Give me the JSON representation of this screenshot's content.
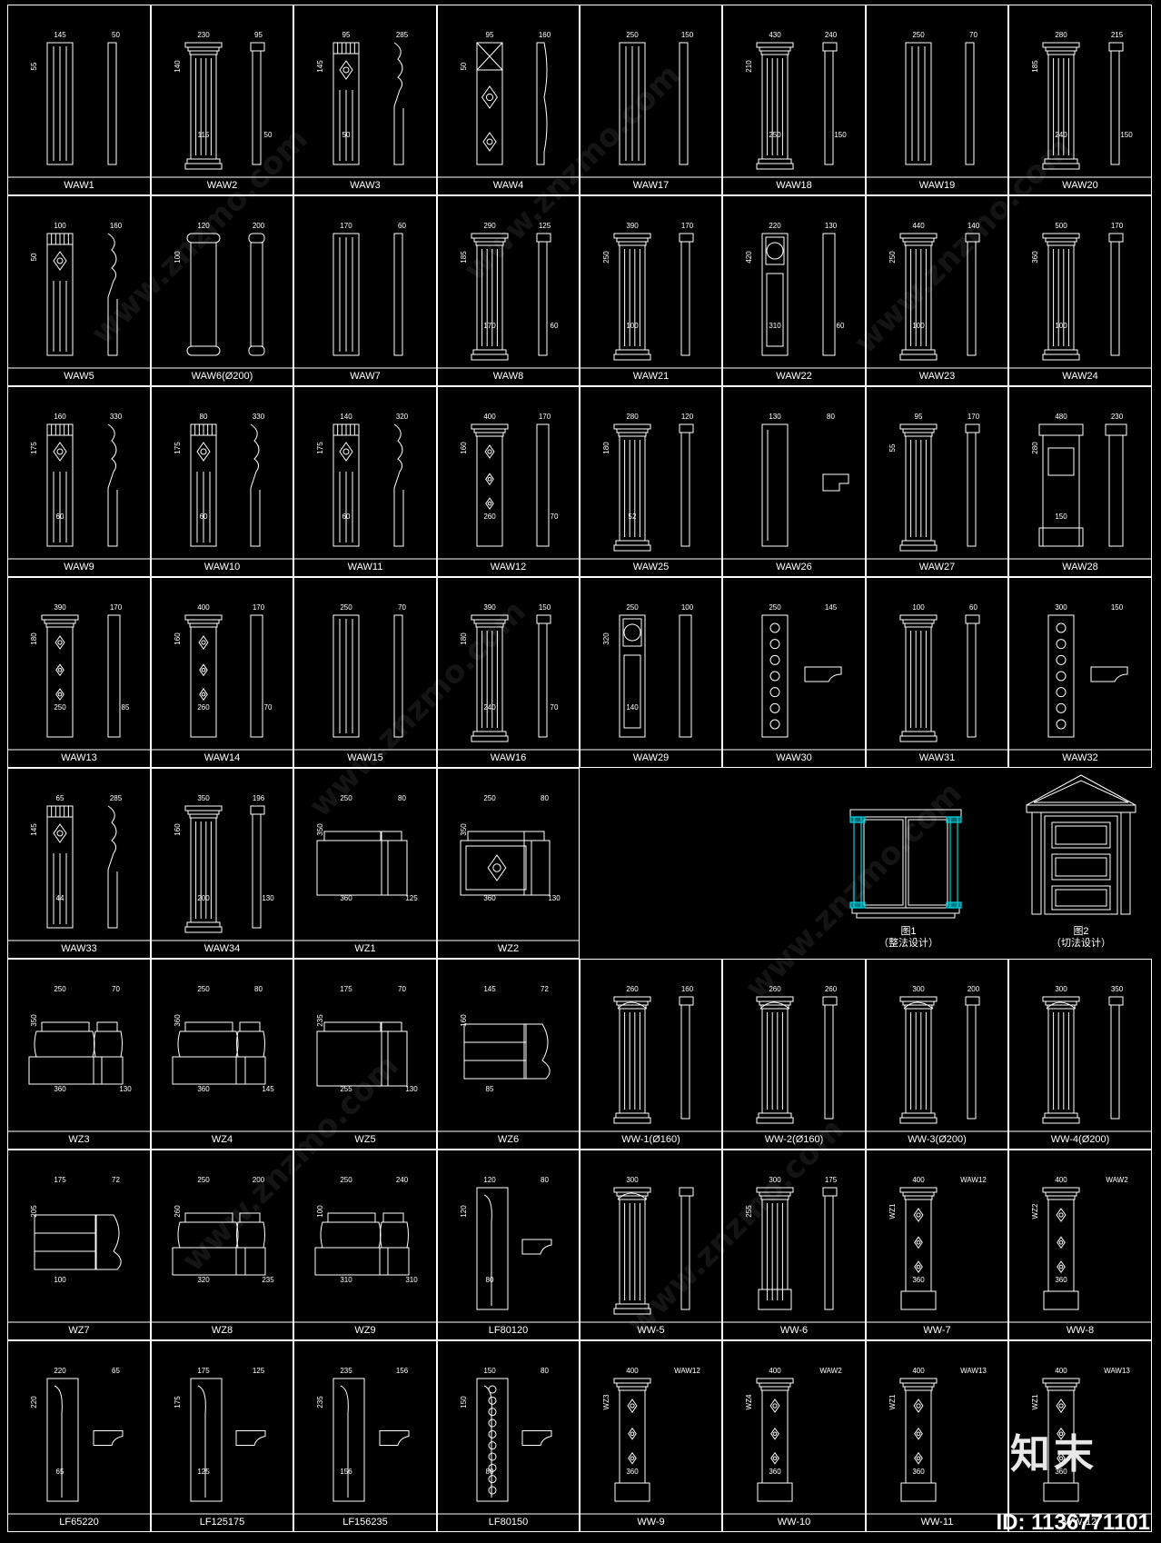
{
  "cells": [
    {
      "label": "WAW1",
      "type": "fluted",
      "dims": [
        "145",
        "50",
        "55"
      ]
    },
    {
      "label": "WAW2",
      "type": "capital",
      "dims": [
        "230",
        "95",
        "140",
        "115",
        "50"
      ]
    },
    {
      "label": "WAW3",
      "type": "carved",
      "dims": [
        "95",
        "285",
        "145",
        "50"
      ]
    },
    {
      "label": "WAW4",
      "type": "lattice",
      "dims": [
        "95",
        "160",
        "50"
      ]
    },
    {
      "label": "WAW17",
      "type": "fluted",
      "dims": [
        "250",
        "150"
      ]
    },
    {
      "label": "WAW18",
      "type": "capital",
      "dims": [
        "430",
        "240",
        "210",
        "250",
        "150"
      ]
    },
    {
      "label": "WAW19",
      "type": "fluted",
      "dims": [
        "250",
        "70"
      ]
    },
    {
      "label": "WAW20",
      "type": "capital",
      "dims": [
        "280",
        "215",
        "185",
        "240",
        "150"
      ]
    },
    {
      "label": "WAW5",
      "type": "carved",
      "dims": [
        "100",
        "160",
        "50"
      ]
    },
    {
      "label": "WAW6(Ø200)",
      "type": "roundcol",
      "dims": [
        "120",
        "200",
        "100"
      ]
    },
    {
      "label": "WAW7",
      "type": "fluted",
      "dims": [
        "170",
        "60"
      ]
    },
    {
      "label": "WAW8",
      "type": "capital",
      "dims": [
        "290",
        "125",
        "185",
        "170",
        "60"
      ]
    },
    {
      "label": "WAW21",
      "type": "capital",
      "dims": [
        "390",
        "170",
        "250",
        "100"
      ]
    },
    {
      "label": "WAW22",
      "type": "panel",
      "dims": [
        "220",
        "130",
        "420",
        "310",
        "60"
      ]
    },
    {
      "label": "WAW23",
      "type": "capital",
      "dims": [
        "440",
        "140",
        "250",
        "100"
      ]
    },
    {
      "label": "WAW24",
      "type": "capital",
      "dims": [
        "500",
        "170",
        "360",
        "100"
      ]
    },
    {
      "label": "WAW9",
      "type": "carved",
      "dims": [
        "160",
        "330",
        "175",
        "60"
      ]
    },
    {
      "label": "WAW10",
      "type": "carved",
      "dims": [
        "80",
        "330",
        "175",
        "60"
      ]
    },
    {
      "label": "WAW11",
      "type": "carved",
      "dims": [
        "140",
        "320",
        "175",
        "60"
      ]
    },
    {
      "label": "WAW12",
      "type": "ornate",
      "dims": [
        "400",
        "170",
        "160",
        "260",
        "70"
      ]
    },
    {
      "label": "WAW25",
      "type": "capital",
      "dims": [
        "280",
        "120",
        "180",
        "52"
      ]
    },
    {
      "label": "WAW26",
      "type": "profile",
      "dims": [
        "130",
        "80"
      ]
    },
    {
      "label": "WAW27",
      "type": "capital",
      "dims": [
        "95",
        "170",
        "55"
      ]
    },
    {
      "label": "WAW28",
      "type": "pedestal",
      "dims": [
        "480",
        "230",
        "280",
        "150"
      ]
    },
    {
      "label": "WAW13",
      "type": "ornate",
      "dims": [
        "390",
        "170",
        "180",
        "250",
        "85"
      ]
    },
    {
      "label": "WAW14",
      "type": "ornate",
      "dims": [
        "400",
        "170",
        "160",
        "260",
        "70"
      ]
    },
    {
      "label": "WAW15",
      "type": "fluted",
      "dims": [
        "250",
        "70"
      ]
    },
    {
      "label": "WAW16",
      "type": "capital",
      "dims": [
        "390",
        "150",
        "180",
        "240",
        "70"
      ]
    },
    {
      "label": "WAW29",
      "type": "panelcol",
      "dims": [
        "250",
        "100",
        "320",
        "140"
      ]
    },
    {
      "label": "WAW30",
      "type": "scroll",
      "dims": [
        "250",
        "145"
      ]
    },
    {
      "label": "WAW31",
      "type": "capital",
      "dims": [
        "100",
        "60"
      ]
    },
    {
      "label": "WAW32",
      "type": "scroll",
      "dims": [
        "300",
        "150"
      ]
    },
    {
      "label": "WAW33",
      "type": "carved",
      "dims": [
        "65",
        "285",
        "145",
        "44"
      ]
    },
    {
      "label": "WAW34",
      "type": "capital",
      "dims": [
        "350",
        "196",
        "160",
        "200",
        "130"
      ]
    },
    {
      "label": "WZ1",
      "type": "base",
      "dims": [
        "250",
        "80",
        "350",
        "360",
        "125"
      ]
    },
    {
      "label": "WZ2",
      "type": "basediamond",
      "dims": [
        "250",
        "80",
        "350",
        "360",
        "130"
      ]
    },
    {
      "label": "WZ3",
      "type": "basestep",
      "dims": [
        "250",
        "70",
        "350",
        "360",
        "130"
      ]
    },
    {
      "label": "WZ4",
      "type": "basestep",
      "dims": [
        "250",
        "80",
        "360",
        "360",
        "145"
      ]
    },
    {
      "label": "WZ5",
      "type": "base",
      "dims": [
        "175",
        "70",
        "235",
        "255",
        "130"
      ]
    },
    {
      "label": "WZ6",
      "type": "basebands",
      "dims": [
        "145",
        "72",
        "160",
        "85"
      ]
    },
    {
      "label": "WW-1(Ø160)",
      "type": "corinth",
      "dims": [
        "260",
        "160"
      ]
    },
    {
      "label": "WW-2(Ø160)",
      "type": "corinth",
      "dims": [
        "260",
        "260"
      ]
    },
    {
      "label": "WW-3(Ø200)",
      "type": "corinth",
      "dims": [
        "300",
        "200"
      ]
    },
    {
      "label": "WW-4(Ø200)",
      "type": "corinth",
      "dims": [
        "300",
        "350"
      ]
    },
    {
      "label": "WZ7",
      "type": "basebands",
      "dims": [
        "175",
        "72",
        "205",
        "100"
      ]
    },
    {
      "label": "WZ8",
      "type": "basestep2",
      "dims": [
        "250",
        "200",
        "260",
        "320",
        "235"
      ]
    },
    {
      "label": "WZ9",
      "type": "basestep2",
      "dims": [
        "250",
        "240",
        "100",
        "310",
        "310"
      ]
    },
    {
      "label": "LF80120",
      "type": "lframe",
      "dims": [
        "120",
        "80",
        "120",
        "80"
      ]
    },
    {
      "label": "WW-5",
      "type": "corinth",
      "dims": [
        "300"
      ]
    },
    {
      "label": "WW-6",
      "type": "corinthbase",
      "dims": [
        "300",
        "175",
        "255"
      ]
    },
    {
      "label": "WW-7",
      "type": "ornatecol",
      "dims": [
        "400",
        "WAW12",
        "WZ1",
        "360"
      ]
    },
    {
      "label": "WW-8",
      "type": "ornatecol",
      "dims": [
        "400",
        "WAW2",
        "WZ2",
        "360"
      ]
    },
    {
      "label": "LF65220",
      "type": "lframe",
      "dims": [
        "220",
        "65",
        "220",
        "65"
      ]
    },
    {
      "label": "LF125175",
      "type": "lframe",
      "dims": [
        "175",
        "125",
        "175",
        "125"
      ]
    },
    {
      "label": "LF156235",
      "type": "lframe",
      "dims": [
        "235",
        "156",
        "235",
        "156"
      ]
    },
    {
      "label": "LF80150",
      "type": "lframechain",
      "dims": [
        "150",
        "80",
        "150",
        "80"
      ]
    },
    {
      "label": "WW-9",
      "type": "ornatecol",
      "dims": [
        "400",
        "WAW12",
        "WZ3",
        "360"
      ]
    },
    {
      "label": "WW-10",
      "type": "ornatecol",
      "dims": [
        "400",
        "WAW2",
        "WZ4",
        "360"
      ]
    },
    {
      "label": "WW-11",
      "type": "ornatecol",
      "dims": [
        "400",
        "WAW13",
        "WZ1",
        "360"
      ]
    },
    {
      "label": "WW-12",
      "type": "ornatecol",
      "dims": [
        "400",
        "WAW13",
        "WZ1",
        "360"
      ]
    }
  ],
  "feature": {
    "fig1_title": "图1",
    "fig1_sub": "（整法设计）",
    "fig2_title": "图2",
    "fig2_sub": "（切法设计）"
  },
  "watermark": "www.znzmo.com",
  "logo_text": "知末",
  "id_text": "ID: 1136771101",
  "colors": {
    "background": "#000000",
    "lines": "#ffffff",
    "accent": "#00d0e0"
  }
}
